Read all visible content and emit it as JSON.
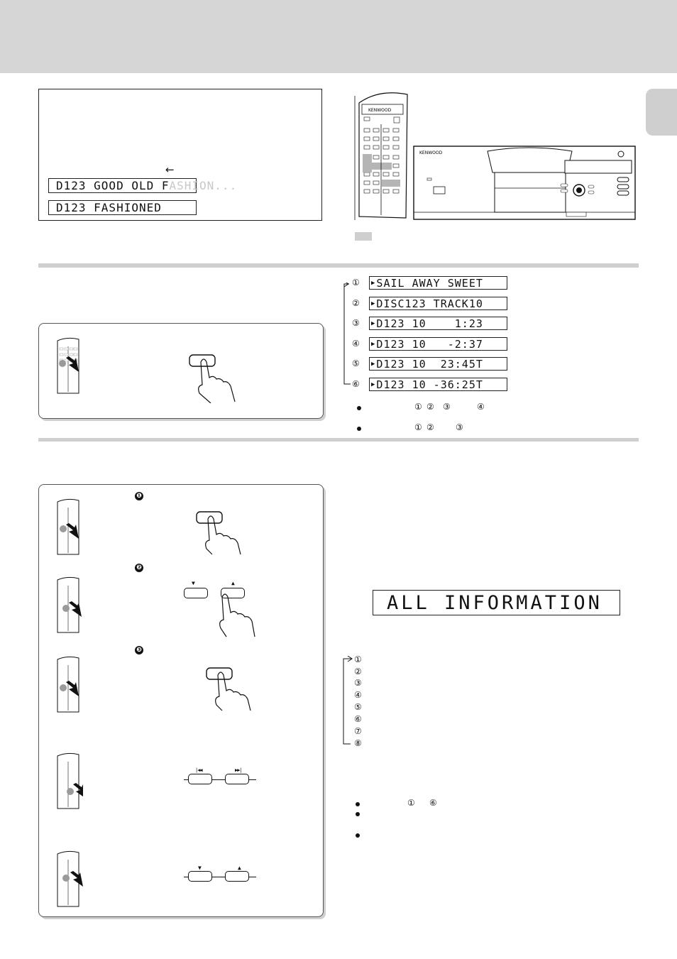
{
  "scroll_display": {
    "arrow": "←",
    "line1_visible": "D123 GOOD OLD F",
    "line1_overflow": "ASHION...",
    "line2": "D123 FASHIONED"
  },
  "brand": {
    "remote_logo": "KENWOOD",
    "unit_logo": "KENWOOD"
  },
  "display_modes": [
    {
      "num": "①",
      "text": "SAIL AWAY SWEET"
    },
    {
      "num": "②",
      "text": "DISC123 TRACK10"
    },
    {
      "num": "③",
      "text": "D123 10    1:23"
    },
    {
      "num": "④",
      "text": "D123 10   -2:37"
    },
    {
      "num": "⑤",
      "text": "D123 10  23:45T"
    },
    {
      "num": "⑥",
      "text": "D123 10 -36:25T"
    }
  ],
  "notes_top": [
    {
      "refs": [
        "①",
        "②",
        "③",
        "④"
      ]
    },
    {
      "refs": [
        "①",
        "②",
        "③"
      ]
    }
  ],
  "steps": [
    "❶",
    "❷",
    "❸"
  ],
  "step_symbols": {
    "down": "▼",
    "up": "▲",
    "prev": "|◀◀",
    "next": "▶▶|"
  },
  "info_display": "ALL INFORMATION",
  "info_list": [
    "①",
    "②",
    "③",
    "④",
    "⑤",
    "⑥",
    "⑦",
    "⑧"
  ],
  "notes_bottom": {
    "range_from": "①",
    "range_to": "⑥"
  }
}
